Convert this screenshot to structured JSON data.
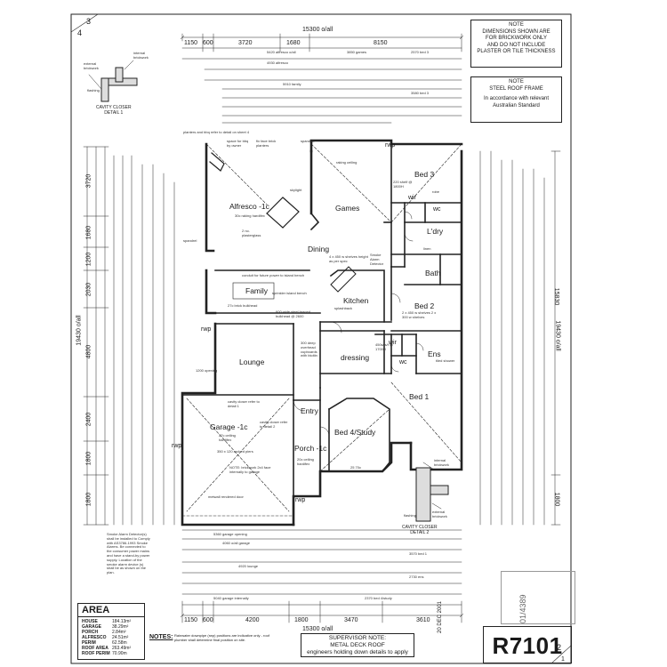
{
  "sheet": {
    "corner_tl_1": "4",
    "corner_tl_2": "3",
    "corner_br_1": "2",
    "corner_br_2": "1",
    "plan_number": "R7101",
    "date_stamp": "20 DEC 2001",
    "ref_number": "01/4389"
  },
  "notes_boxes": {
    "dimensions_note": "NOTE\nDIMENSIONS SHOWN ARE\nFOR BRICKWORK ONLY\nAND DO NOT INCLUDE\nPLASTER OR TILE THICKNESS",
    "roof_note_title": "NOTE\nSTEEL ROOF FRAME",
    "roof_note_text": "In accordance with relevant\nAustralian Standard"
  },
  "details": {
    "detail1_title": "CAVITY CLOSER\nDETAIL 1",
    "detail1_label_external": "external\nbrickwork",
    "detail1_label_internal": "internal\nbrickwork",
    "detail1_label_flashing": "flashing",
    "detail2_title": "CAVITY CLOSER\nDETAIL 2",
    "detail2_label_internal": "internal\nbrickwork",
    "detail2_label_external": "external\nbrickwork",
    "detail2_label_flashing": "flashing"
  },
  "rooms": {
    "games": "Games",
    "bed3": "Bed 3",
    "alfresco": "Alfresco -1c",
    "dining": "Dining",
    "ldry": "L'dry",
    "bath": "Bath",
    "family": "Family",
    "kitchen": "Kitchen",
    "bed2": "Bed 2",
    "lounge": "Lounge",
    "dressing": "dressing",
    "ens": "Ens",
    "wir1": "wir",
    "wir2": "wir",
    "wc1": "wc",
    "wc2": "wc",
    "entry": "Entry",
    "bed1": "Bed 1",
    "garage": "Garage -1c",
    "bed4": "Bed 4/Study",
    "porch": "Porch -1c"
  },
  "dimensions": {
    "top_overall": "15300 o/all",
    "top_1": "1150",
    "top_2": "600",
    "top_3": "3720",
    "top_4": "1680",
    "top_5": "8150",
    "bottom_overall": "15300 o/all",
    "bottom_1": "1150",
    "bottom_2": "600",
    "bottom_3": "4200",
    "bottom_4": "1800",
    "bottom_5": "3470",
    "bottom_6": "3610",
    "left_overall": "19430 o/all",
    "left_1": "3720",
    "left_2": "1680",
    "left_3": "1200",
    "left_4": "2030",
    "left_5": "4800",
    "left_6": "2400",
    "left_7": "1800",
    "left_8": "1800",
    "right_overall": "19430 o/all",
    "right_1": "15830",
    "right_2": "1800",
    "top_sub_1": "5420 alfresco o/all",
    "top_sub_2": "4930 alfresco",
    "top_sub_3": "5910 family",
    "top_sub_4": "2570 bed 3",
    "top_sub_5": "3580 bed 3",
    "top_sub_6": "3850 games",
    "bottom_sub_1": "5360 garage opening",
    "bottom_sub_2": "4060 o/all garage",
    "bottom_sub_3": "4920 lounge",
    "bottom_sub_4": "5040 garage internally",
    "bottom_sub_5": "3570 bed 1",
    "bottom_sub_6": "2730 ens",
    "bottom_sub_7": "2370 bed 4/study"
  },
  "annotations": {
    "a1": "planters and bbq refer to detail on sheet 4",
    "a2": "space for bbq by owner",
    "a3": "fix face brick planters",
    "a4": "skylight",
    "a5": "raking ceiling",
    "a6": "30c raking hardifex",
    "a7": "2 no. plasterglass",
    "a8": "conduit for future power to island bench",
    "a9": "sprinkler island bench",
    "a10": "27c brick bulkhead",
    "a11": "600 wide steel braced bulkhead @ 2600",
    "a12": "4 x 450 w shelves height as per spec",
    "a13": "cavity closer refer to detail 1",
    "a14": "cavity closer refer to detail 2",
    "a15": "27c ceiling hardifex",
    "a16": "350 x 120 arched piers",
    "a17": "NOTE: brickwork 2x4 face internally to garage",
    "a18": "metwall rendered door",
    "a19": "20c ceiling hardifex",
    "a20": "25 70c",
    "a21": "450w s/f @ 1700H",
    "a22": "2 x 450 w shelves 2 x 300 w shelves",
    "a23": "300 deep overhead cupboards with bkdtin",
    "a24": "Smoke Alarm Detector",
    "a25": "robe",
    "a26": "linen",
    "a27": "splashback",
    "a28": "1200 opening",
    "a29": "tiled shower",
    "a30": "rwp",
    "a31": "spandrel",
    "a32": "220 shelf @ 1800H",
    "smoke_note": "Smoke Alarm Detector(s) shall be installed to Comply with AS3786-1993 Smoke Alarms. Be connected to the consumer power mains and have a stand-by power supply. Location of the smoke alarm device (s) shall be as shown on the plan."
  },
  "area_table": {
    "title": "AREA",
    "rows": [
      {
        "label": "HOUSE",
        "value": "184.13m²"
      },
      {
        "label": "GARAGE",
        "value": "38.29m²"
      },
      {
        "label": "PORCH",
        "value": "2.84m²"
      },
      {
        "label": "ALFRESCO",
        "value": "24.51m²"
      },
      {
        "label": "PERIM",
        "value": "62.58m"
      },
      {
        "label": "ROOF AREA",
        "value": "263.49m²"
      },
      {
        "label": "ROOF PERIM",
        "value": "70.90m"
      }
    ]
  },
  "footer": {
    "notes_label": "NOTES:",
    "notes_text": "Rainwater downpipe (rwp) positions are indicative only - roof plumber shall determine final position on site.",
    "supervisor": "SUPERVISOR NOTE:\nMETAL DECK ROOF\nengineers holding down details to apply"
  }
}
